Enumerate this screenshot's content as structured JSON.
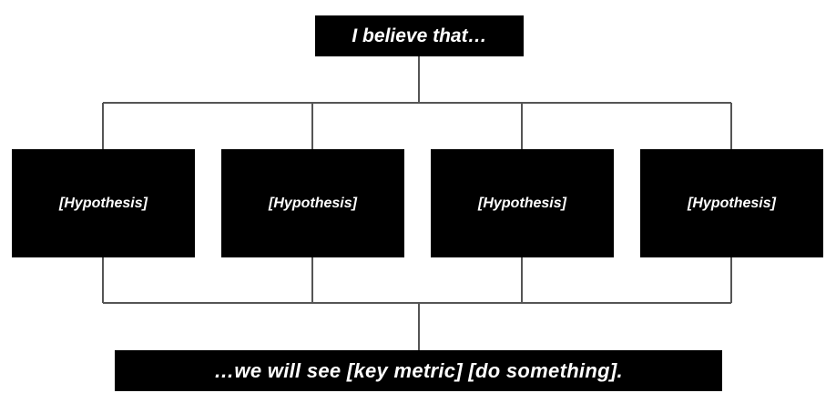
{
  "diagram": {
    "top_label": "I believe that…",
    "hypotheses": [
      {
        "label": "[Hypothesis]"
      },
      {
        "label": "[Hypothesis]"
      },
      {
        "label": "[Hypothesis]"
      },
      {
        "label": "[Hypothesis]"
      }
    ],
    "bottom_label": "…we will see [key metric] [do something].",
    "colors": {
      "box_fill": "#000000",
      "box_text": "#ffffff",
      "connector": "#555555",
      "background": "#ffffff"
    }
  }
}
